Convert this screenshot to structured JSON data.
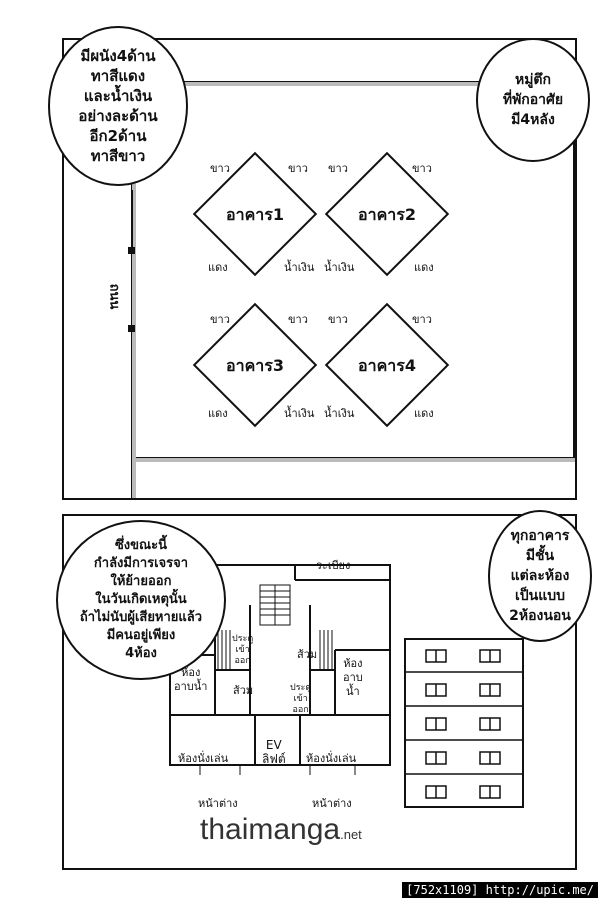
{
  "top_panel": {
    "bubble_left": "มีผนัง4ด้าน\nทาสีแดง\nและน้ำเงิน\nอย่างละด้าน\nอีก2ด้าน\nทาสีขาว",
    "bubble_right": "หมู่ตึก\nที่พักอาศัย\nมี4หลัง",
    "road_label": "ถนน",
    "buildings": [
      {
        "name": "อาคาร1",
        "top_left": "ขาว",
        "top_right": "ขาว",
        "bottom_left": "แดง",
        "bottom_right": "น้ำเงิน"
      },
      {
        "name": "อาคาร2",
        "top_left": "ขาว",
        "top_right": "ขาว",
        "bottom_left": "น้ำเงิน",
        "bottom_right": "แดง"
      },
      {
        "name": "อาคาร3",
        "top_left": "ขาว",
        "top_right": "ขาว",
        "bottom_left": "แดง",
        "bottom_right": "น้ำเงิน"
      },
      {
        "name": "อาคาร4",
        "top_left": "ขาว",
        "top_right": "ขาว",
        "bottom_left": "น้ำเงิน",
        "bottom_right": "แดง"
      }
    ]
  },
  "bottom_panel": {
    "bubble_left": "ซึ่งขณะนี้\nกำลังมีการเจรจา\nให้ย้ายออก\nในวันเกิดเหตุนั้น\nถ้าไม่นับผู้เสียหายแล้ว\nมีคนอยู่เพียง\n4ห้อง",
    "bubble_right": "ทุกอาคาร\nมีชั้น\nแต่ละห้อง\nเป็นแบบ\n2ห้องนอน",
    "floorplan": {
      "balcony": "ระเบียง",
      "door_left": "ประตู\nเข้า\nออก",
      "door_right": "ประตู\nเข้า\nออก",
      "bath_left": "ห้อง\nอาบน้ำ",
      "toilet_left": "ส้วม",
      "toilet_right": "ส้วม",
      "bath_right": "ห้อง\nอาบ\nน้ำ",
      "living_left": "ห้องนั่งเล่น",
      "ev": "EV\nลิฟต์",
      "living_right": "ห้องนั่งเล่น",
      "window_left": "หน้าต่าง",
      "window_right": "หน้าต่าง"
    },
    "logo_main": "thaimanga",
    "logo_suffix": ".net"
  },
  "footer": "[752x1109] http://upic.me/"
}
